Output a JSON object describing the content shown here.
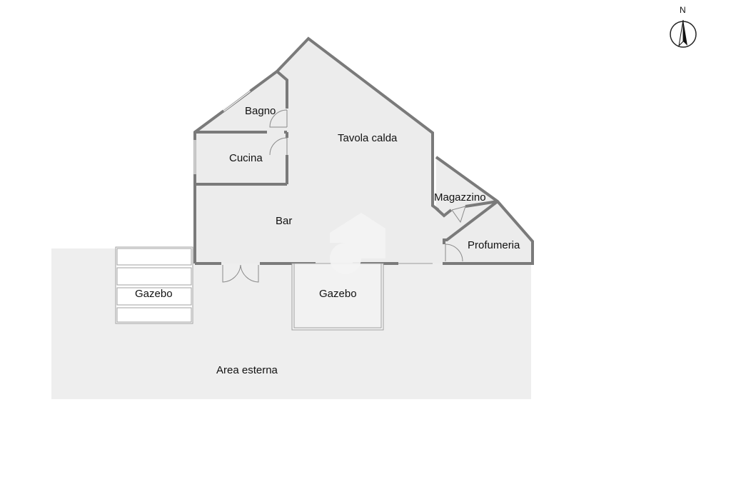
{
  "rooms": {
    "bagno": "Bagno",
    "tavola_calda": "Tavola calda",
    "cucina": "Cucina",
    "bar": "Bar",
    "magazzino": "Magazzino",
    "profumeria": "Profumeria",
    "gazebo_left": "Gazebo",
    "gazebo_center": "Gazebo",
    "area_esterna": "Area esterna"
  },
  "compass": {
    "label": "N",
    "icon": "north-arrow-icon"
  },
  "colors": {
    "wall": "#7a7a7a",
    "interior_fill": "#ececec",
    "exterior_fill": "#eeeeee"
  }
}
